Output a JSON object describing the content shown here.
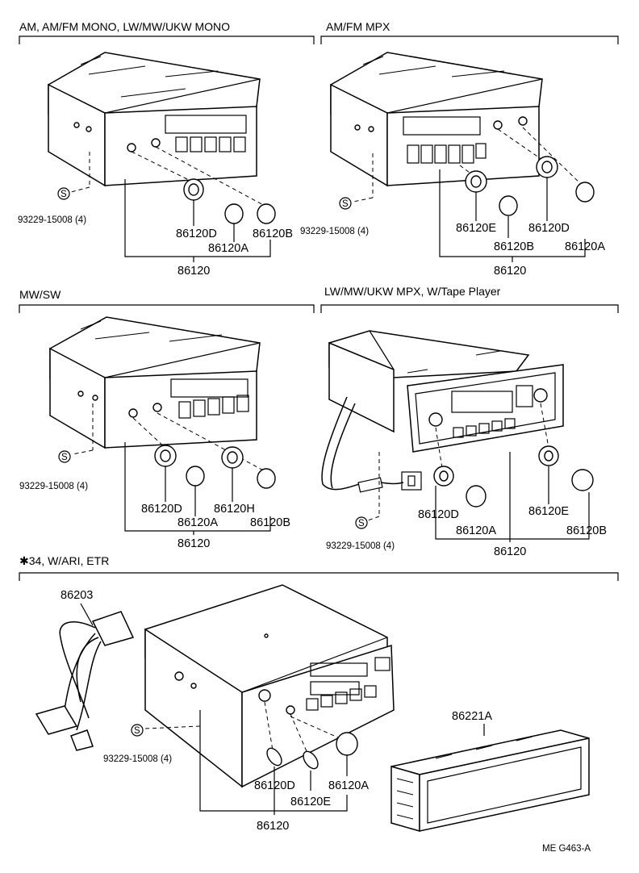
{
  "sections": [
    {
      "title": "AM, AM/FM  MONO, LW/MW/UKW  MONO",
      "screw_code": "S",
      "screw_part": "93229-15008 (4)",
      "parts": [
        "86120D",
        "86120B",
        "86120A"
      ],
      "assembly": "86120"
    },
    {
      "title": "AM/FM  MPX",
      "screw_code": "S",
      "screw_part": "93229-15008 (4)",
      "parts": [
        "86120E",
        "86120D",
        "86120B",
        "86120A"
      ],
      "assembly": "86120"
    },
    {
      "title": "MW/SW",
      "screw_code": "S",
      "screw_part": "93229-15008 (4)",
      "parts": [
        "86120D",
        "86120H",
        "86120A",
        "86120B"
      ],
      "assembly": "86120"
    },
    {
      "title": "LW/MW/UKW  MPX, W/Tape Player",
      "screw_code": "S",
      "screw_part": "93229-15008 (4)",
      "parts": [
        "86120D",
        "86120E",
        "86120A",
        "86120B"
      ],
      "assembly": "86120"
    },
    {
      "title": "✱34, W/ARI, ETR",
      "screw_code": "S",
      "screw_part": "93229-15008 (4)",
      "harness": "86203",
      "parts": [
        "86120D",
        "86120A",
        "86120E"
      ],
      "assembly": "86120",
      "frame": "86221A"
    }
  ],
  "footer_code": "ME  G463-A"
}
